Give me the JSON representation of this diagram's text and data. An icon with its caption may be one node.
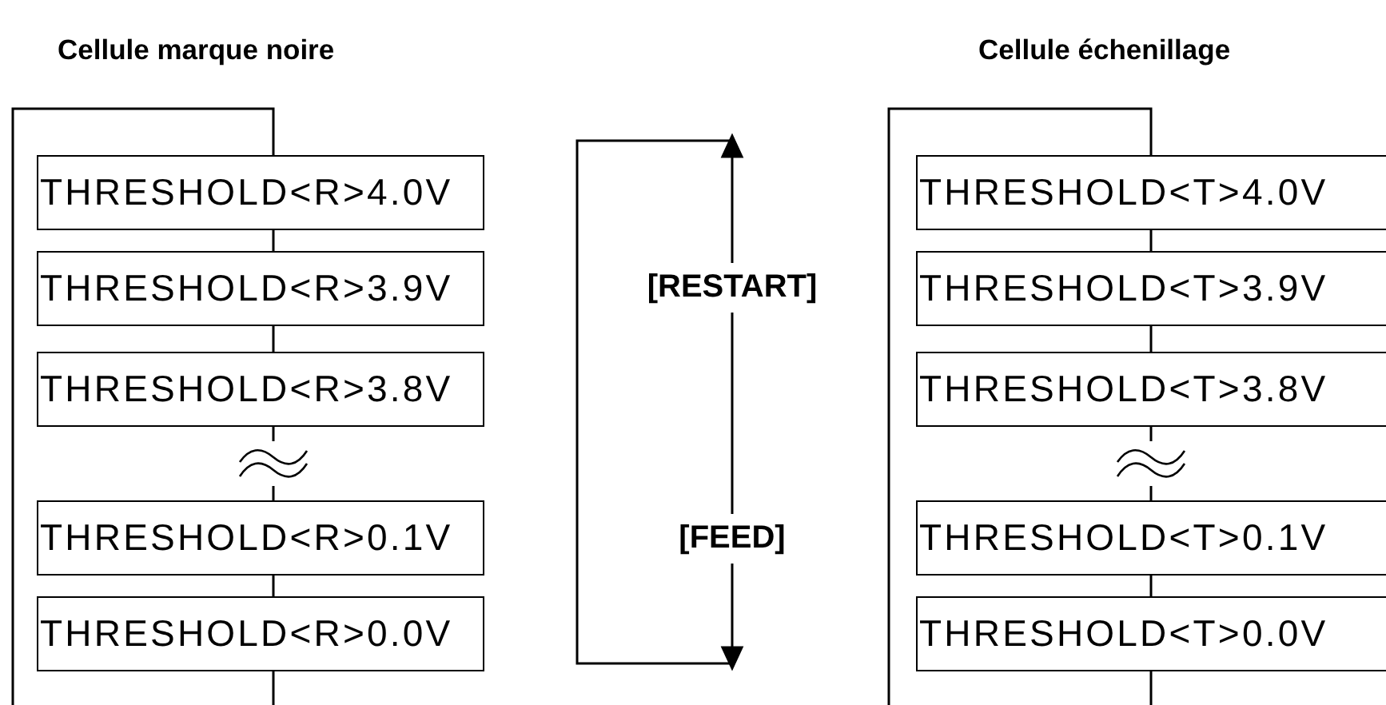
{
  "diagram": {
    "nodes": [
      {
        "text": [
          "THRESHOLD<R>4.0V"
        ]
      },
      {
        "text": [
          "THRESHOLD<R>3.9V"
        ]
      },
      {
        "text": [
          "THRESHOLD<R>3.8V"
        ]
      },
      {
        "text": [
          "THRESHOLD<R>0.1V"
        ]
      },
      {
        "text": [
          "THRESHOLD<R>0.0V"
        ]
      },
      {
        "text": [
          "THRESHOLD<T>4.0V"
        ]
      },
      {
        "text": [
          "THRESHOLD<T>3.9V"
        ]
      },
      {
        "text": [
          "THRESHOLD<T>3.8V"
        ]
      },
      {
        "text": [
          "THRESHOLD<T>0.1V"
        ]
      },
      {
        "text": [
          "THRESHOLD<T>0.0V"
        ]
      }
    ],
    "edges": [
      {
        "from": 0,
        "to": 1,
        "arrow": "none"
      },
      {
        "from": 1,
        "to": 2,
        "arrow": "none"
      },
      {
        "from": 2,
        "to": 3,
        "arrow": "none"
      },
      {
        "from": 3,
        "to": 4,
        "arrow": "none"
      },
      {
        "from": 4,
        "to": null,
        "arrow": "none"
      },
      {
        "from": null,
        "to": 0,
        "arrow": "none"
      },
      {
        "from": 5,
        "to": 6,
        "arrow": "none"
      },
      {
        "from": 6,
        "to": 7,
        "arrow": "none"
      },
      {
        "from": 7,
        "to": 8,
        "arrow": "none"
      },
      {
        "from": 8,
        "to": 9,
        "arrow": "none"
      },
      {
        "from": 9,
        "to": null,
        "arrow": "none"
      },
      {
        "from": null,
        "to": 5,
        "arrow": "none"
      }
    ],
    "labels": [
      "Cellule marque noire",
      "Cellule échenillage",
      "[RESTART]",
      "[FEED]"
    ]
  }
}
